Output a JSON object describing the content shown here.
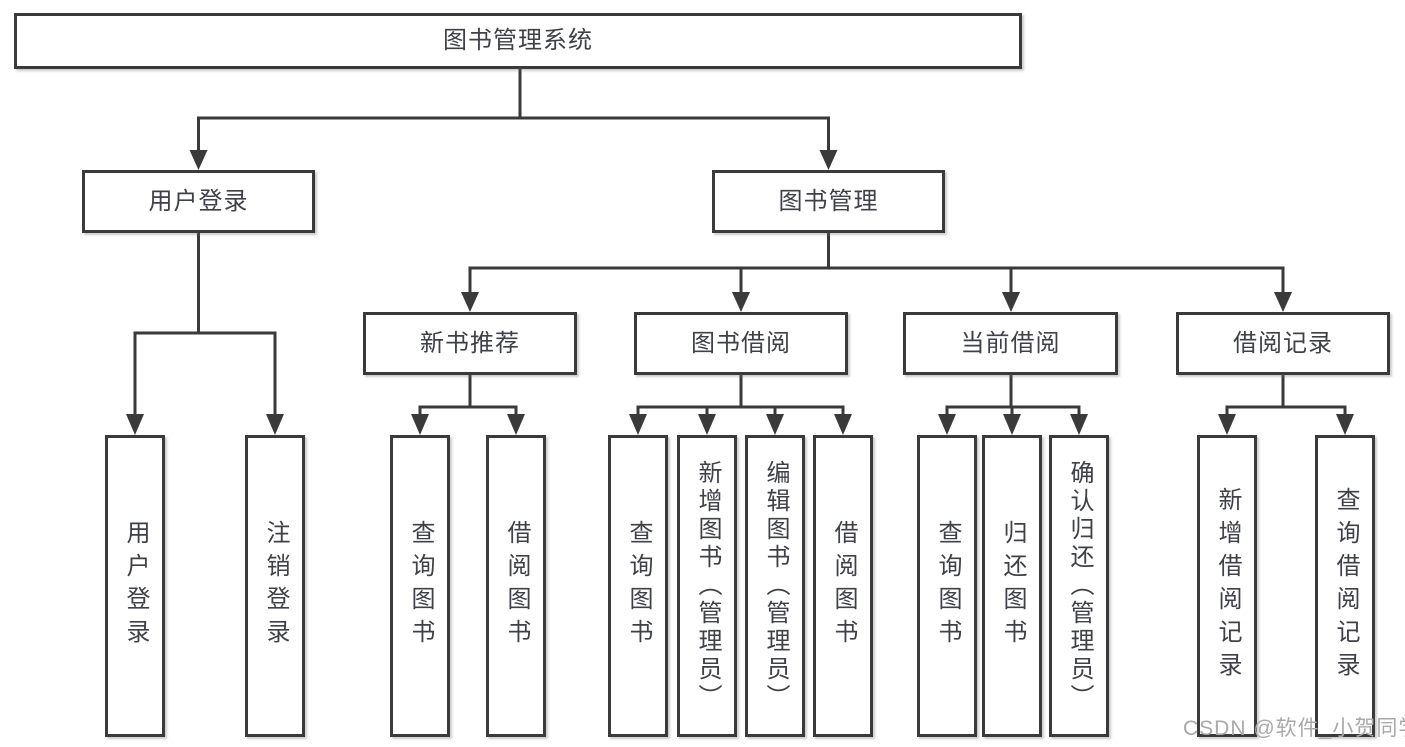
{
  "diagram_title": "图书管理系统",
  "tree": {
    "root": {
      "label": "图书管理系统",
      "children": [
        {
          "label": "用户登录",
          "children": [
            {
              "label": "用户登录"
            },
            {
              "label": "注销登录"
            }
          ]
        },
        {
          "label": "图书管理",
          "children": [
            {
              "label": "新书推荐",
              "children": [
                {
                  "label": "查询图书"
                },
                {
                  "label": "借阅图书"
                }
              ]
            },
            {
              "label": "图书借阅",
              "children": [
                {
                  "label": "查询图书"
                },
                {
                  "label": "新增图书（管理员）"
                },
                {
                  "label": "编辑图书（管理员）"
                },
                {
                  "label": "借阅图书"
                }
              ]
            },
            {
              "label": "当前借阅",
              "children": [
                {
                  "label": "查询图书"
                },
                {
                  "label": "归还图书"
                },
                {
                  "label": "确认归还（管理员）"
                }
              ]
            },
            {
              "label": "借阅记录",
              "children": [
                {
                  "label": "新增借阅记录"
                },
                {
                  "label": "查询借阅记录"
                }
              ]
            }
          ]
        }
      ]
    }
  },
  "watermark": {
    "text": "CSDN @软件_小贺同学"
  },
  "colors": {
    "line": "#3a3a3a",
    "box_border": "#3a3a3a",
    "box_fill": "#ffffff",
    "text": "#3f4048",
    "watermark": "#a9a9a9"
  }
}
